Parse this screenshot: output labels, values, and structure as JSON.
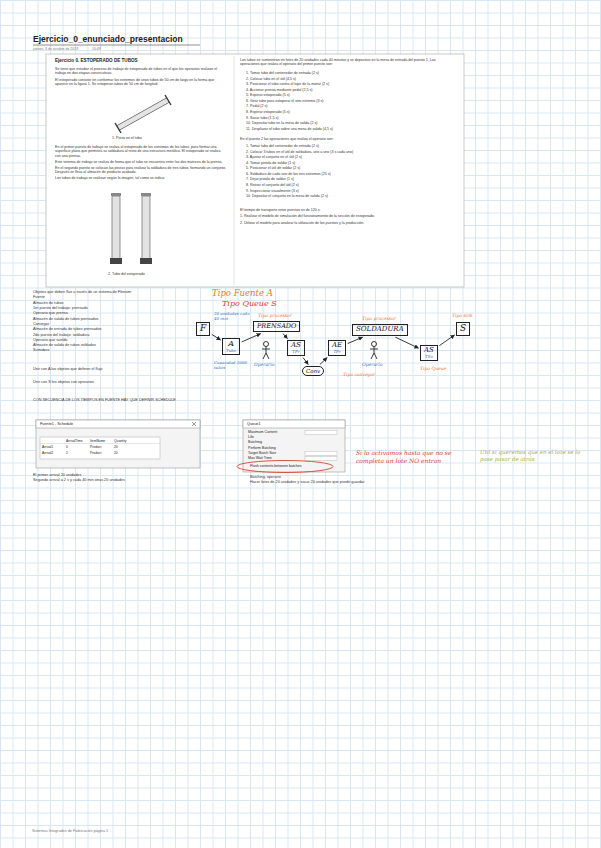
{
  "diagram": {
    "title": "Ejercicio_0_enunciado_presentacion",
    "nodes": [
      {
        "text": [
          "F"
        ]
      },
      {
        "text": [
          "A",
          "Tubo"
        ]
      },
      {
        "text": [
          "PRENSADO"
        ]
      },
      {
        "text": [
          "AS",
          "TPr"
        ]
      },
      {
        "text": [
          "AE",
          "TPr"
        ]
      },
      {
        "text": [
          "Conv"
        ]
      },
      {
        "text": [
          "SOLDADURA"
        ]
      },
      {
        "text": [
          "AS",
          "TSo"
        ]
      },
      {
        "text": [
          "S"
        ]
      }
    ],
    "edges": [
      {
        "from": 0,
        "to": 1,
        "arrow": "to"
      },
      {
        "from": 1,
        "to": 2,
        "arrow": "to"
      },
      {
        "from": 2,
        "to": 3,
        "arrow": "to"
      },
      {
        "from": 3,
        "to": 5,
        "arrow": "to"
      },
      {
        "from": 5,
        "to": 4,
        "arrow": "to"
      },
      {
        "from": 4,
        "to": 6,
        "arrow": "to"
      },
      {
        "from": 6,
        "to": 7,
        "arrow": "to"
      },
      {
        "from": 7,
        "to": 8,
        "arrow": "to"
      }
    ],
    "labels": [
      "jueves, 3 de octubre de 2019",
      "10:49",
      "Ejercicio 0. ESTOPERADO DE TUBOS",
      "Se tiene que estudiar el proceso de trabajo de estoperado de tubos en el que los operarios realizan el trabajo en dos etapas consecutivas.",
      "El estoperado consiste en conformar los extremos de unos tubos de 50 cm de largo en la forma que aparece en la figura 1. Se estoperan tubos de 50 cm de longitud.",
      "1. Pieza en el tubo",
      "En el primer puesto de trabajo se realiza el estoperado de los extremos de los tubos, para formar una superficie plana que permitirá su soldadura al resto de una estructura metálica. El estoperado se realiza con una prensa.",
      "Este sistema de trabajo se realiza de forma que el tubo se encuentra entre las dos matrices de la prensa.",
      "En el segundo puesto se colocan las piezas para realizar la soldadura de tres tubos, formando un conjunto. Después se lleva al almacén de producto acabado.",
      "Los tubos de trabajo se realizan según la imagen, tal como se indica:",
      "2. Tubo del estoperado",
      "Los tubos se suministran en lotes de 20 unidades cada 40 minutos y se depositan en la mesa de entrada del puesto 1. Las operaciones que realiza el operario del primer puesto son:",
      "1. Tomar tubo del contenedor de entrada (2 s)",
      "2. Colocar tubo en el útil (4,5 s)",
      "3. Posicionar el tubo contra el tope de la matriz (2 s)",
      "4. Accionar prensa mediante pedal (2,5 s)",
      "5. Esperar estoperado (5 s)",
      "6. Girar tubo para estoperar el otro extremo (3 s)",
      "7. Pedal (2 s)",
      "8. Esperar estoperado (5 s)",
      "9. Sacar tubo (1,5 s)",
      "10. Depositar tubo en la mesa de salida (2 s)",
      "11. Desplazar el tubo sobre una mesa de salida (4,5 s)",
      "En el puesto 2 las operaciones que realiza el operario son:",
      "1. Tomar tubo del contenedor de entrada (2 s)",
      "2. Colocar 3 tubos en el útil de soldadura, uno a uno (3 s cada uno)",
      "3. Ajustar el conjunto en el útil (2 s)",
      "4. Tomar pistola de soldar (1 s)",
      "5. Posicionar el útil de soldar (2 s)",
      "6. Soldadura de cada uno de los tres extremos (25 s)",
      "7. Dejar pistola de soldar (1 s)",
      "8. Retirar el conjunto del útil (2 s)",
      "9. Inspeccionar visualmente (3 s)",
      "10. Depositar el conjunto en la mesa de salida (2 s)",
      "El tiempo de transporte entre puestos es de 120 s.",
      "1. Realizar el modelo de simulación del funcionamiento de la sección de estoperado.",
      "2. Utilizar el modelo para analizar la utilización de los puestos y la producción.",
      "Objetos que deben fluir a través de un sistema de Flexsim:",
      "Fuente",
      "Almacén de tubos",
      "1er puesto del trabajo: prensado",
      "Operario que prensa",
      "Almacén de salida de tubos prensados",
      "Conveyor",
      "Almacén de entrada de tubos prensados",
      "2do puesto del trabajo: soldadura",
      "Operario que suelda",
      "Almacén de salida de tubos soldados",
      "Sumidero",
      "Unir con A los objetos que definen el flujo",
      "Unir con S los objetos con operarios",
      "CON SECUENCIA DE LOS TIEMPOS EN FUENTE HAY QUE DEFINIR SCHEDULE",
      "Tipo Fuente A",
      "Tipo Queue S",
      "20 unidades cada 40 min",
      "Tipo processor",
      "Tipo processor",
      "Tipo sink",
      "Capacidad 1000 tubos",
      "Operario",
      "Operario",
      "Tipo Queue",
      "Tipo conveyor",
      "Fuente1 - Schedule",
      "ArrivalTime",
      "ItemName",
      "Quantity",
      "Arrival1",
      "0",
      "Product",
      "20",
      "Arrival2",
      "2",
      "Product",
      "20",
      "Queue1",
      "Maximum Content",
      "Lifo",
      "Batching",
      "Perform Batching",
      "Target Batch Size",
      "Max Wait Time",
      "Flush contents between batches",
      "El primer arrival 20 unidades",
      "Segundo arrival a 2 s y cada 40 min otras 20 unidades",
      "Batching, operario",
      "Hacer lotes de 20 unidades y sacar 20 unidades que puede guardar",
      "Si lo activamos hasta que no se completa un lote NO entran",
      "Útil si queremos que en el lote se lo pase pasar de atrás",
      "Sistemas Integrados de Fabricación página 1"
    ]
  }
}
